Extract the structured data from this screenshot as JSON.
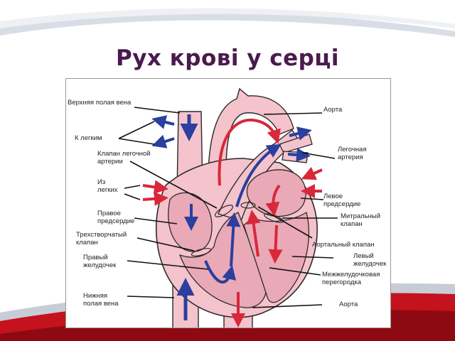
{
  "slide": {
    "title": "Рух крові у серці"
  },
  "colors": {
    "title": "#4a1a4e",
    "heart_fill": "#f4c3cc",
    "chamber_fill": "#eaa9b6",
    "outline": "#2b2b2b",
    "arterial_arrow": "#d8283a",
    "venous_arrow": "#2a3f9e",
    "banner_red": "#c4121e"
  },
  "labels": {
    "superior_vena_cava": "Верхняя полая вена",
    "to_lungs": "К легким",
    "pulmonary_valve": "Клапан легочной\nартерии",
    "from_lungs": "Из\nлегких",
    "right_atrium": "Правое\nпредсердие",
    "tricuspid_valve": "Трехстворчатый\nклапан",
    "right_ventricle": "Правый\nжелудочек",
    "inferior_vena_cava": "Нижняя\nполая вена",
    "aorta_top": "Аорта",
    "pulmonary_artery": "Легочная\nартерия",
    "left_atrium": "Левое\nпредсердие",
    "mitral_valve": "Митральный\nклапан",
    "aortic_valve": "Аортальный клапан",
    "left_ventricle": "Левый\nжелудочек",
    "septum": "Межжелудочковая\nперегородка",
    "aorta_bottom": "Аорта"
  }
}
